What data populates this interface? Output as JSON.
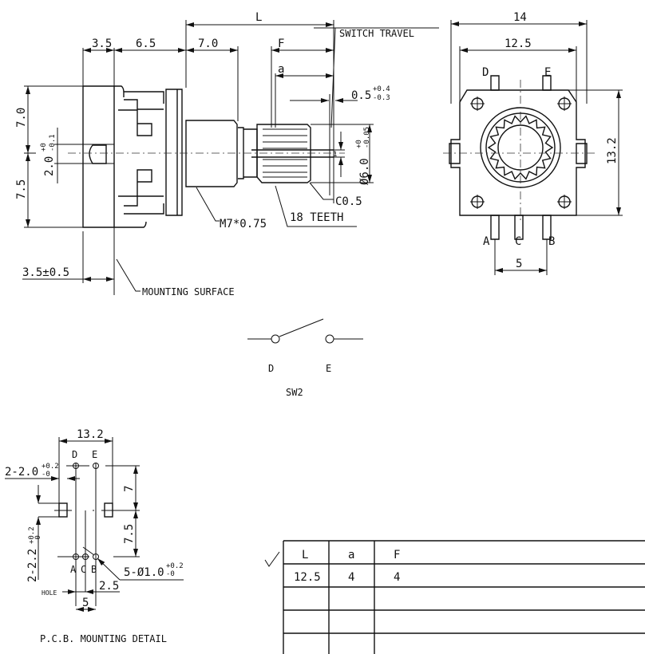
{
  "side_view": {
    "dim_L": "L",
    "dim_3_5": "3.5",
    "dim_6_5": "6.5",
    "dim_7_0": "7.0",
    "dim_F": "F",
    "dim_a": "a",
    "switch_travel": "SWITCH TRAVEL",
    "travel_value": "0.5",
    "travel_tol_plus": "+0.4",
    "travel_tol_minus": "-0.3",
    "height_top": "7.0",
    "height_bottom": "7.5",
    "offset_value": "2.0",
    "offset_tol_plus": "+0",
    "offset_tol_minus": "-0.1",
    "shaft_dia": "Ø6.0",
    "shaft_tol_plus": "+0",
    "shaft_tol_minus": "-0.05",
    "flat": "1",
    "chamfer": "C0.5",
    "teeth": "18 TEETH",
    "thread": "M7*0.75",
    "mount_offset": "3.5±0.5",
    "mounting_surface": "MOUNTING SURFACE"
  },
  "front_view": {
    "width_outer": "14",
    "width_inner": "12.5",
    "height": "13.2",
    "pin_d": "D",
    "pin_e": "E",
    "pin_a": "A",
    "pin_c": "C",
    "pin_b": "B",
    "pin_pitch": "5"
  },
  "switch": {
    "label_d": "D",
    "label_e": "E",
    "name": "SW2"
  },
  "pcb": {
    "width": "13.2",
    "pin_d": "D",
    "pin_e": "E",
    "pin_a": "A",
    "pin_c": "C",
    "pin_b": "B",
    "slot_width": "2-2.0",
    "slot_width_tol_plus": "+0.2",
    "slot_width_tol_minus": "-0",
    "slot_len": "2-2.2",
    "slot_len_tol_plus": "+0.2",
    "slot_len_tol_minus": "-0",
    "dim_7": "7",
    "dim_7_5": "7.5",
    "hole_spec": "5-Ø1.0",
    "hole_tol_plus": "+0.2",
    "hole_tol_minus": "-0",
    "dim_2_5": "2.5",
    "hole_label": "HOLE",
    "dim_5": "5",
    "title": "P.C.B. MOUNTING DETAIL"
  },
  "table": {
    "headers": [
      "L",
      "a",
      "F"
    ],
    "rows": [
      [
        "12.5",
        "4",
        "4"
      ],
      [
        "",
        "",
        ""
      ],
      [
        "",
        "",
        ""
      ],
      [
        "",
        "",
        ""
      ]
    ],
    "selected_mark": "✓"
  }
}
